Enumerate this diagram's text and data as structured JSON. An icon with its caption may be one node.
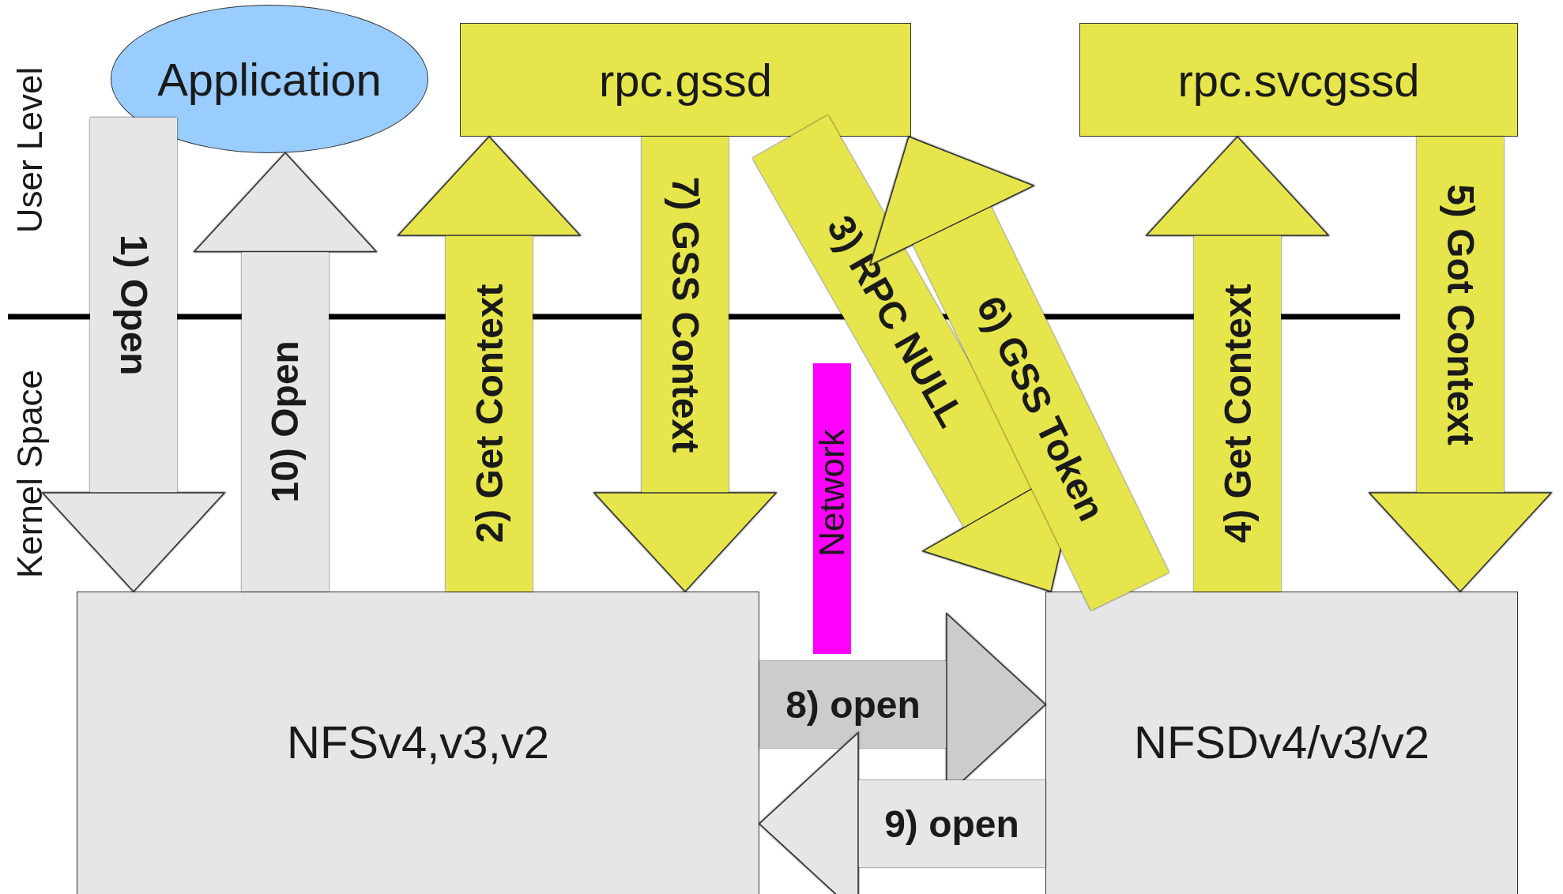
{
  "diagram": {
    "nodes": [
      {
        "text": [
          "Application"
        ]
      },
      {
        "text": [
          "rpc.gssd"
        ]
      },
      {
        "text": [
          "rpc.svcgssd"
        ]
      },
      {
        "text": [
          "Network"
        ]
      },
      {
        "text": [
          "NFSv4,v3,v2"
        ]
      },
      {
        "text": [
          "NFSDv4/v3/v2"
        ]
      }
    ],
    "edges": [
      {
        "from": 0,
        "to": 4,
        "arrow": "to",
        "label": "1) Open",
        "color": "#e6e6e6"
      },
      {
        "from": 4,
        "to": 0,
        "arrow": "to",
        "label": "10) Open",
        "color": "#e6e6e6"
      },
      {
        "from": 4,
        "to": 1,
        "arrow": "to",
        "label": "2) Get Context"
      },
      {
        "from": 1,
        "to": 4,
        "arrow": "to",
        "label": "7) GSS Context"
      },
      {
        "from": 1,
        "to": 5,
        "arrow": "to",
        "label": "3) RPC NULL"
      },
      {
        "from": 5,
        "to": 1,
        "arrow": "to",
        "label": "6) GSS Token"
      },
      {
        "from": 5,
        "to": 2,
        "arrow": "to",
        "label": "4) Get Context"
      },
      {
        "from": 2,
        "to": 5,
        "arrow": "to",
        "label": "5) Got Context"
      },
      {
        "from": 4,
        "to": 5,
        "arrow": "to",
        "label": "8) open",
        "color": "#cccccc"
      },
      {
        "from": 5,
        "to": 4,
        "arrow": "to",
        "label": "9) open",
        "color": "#e6e6e6"
      }
    ],
    "labels": [
      "User Level",
      "Kernel Space"
    ]
  }
}
